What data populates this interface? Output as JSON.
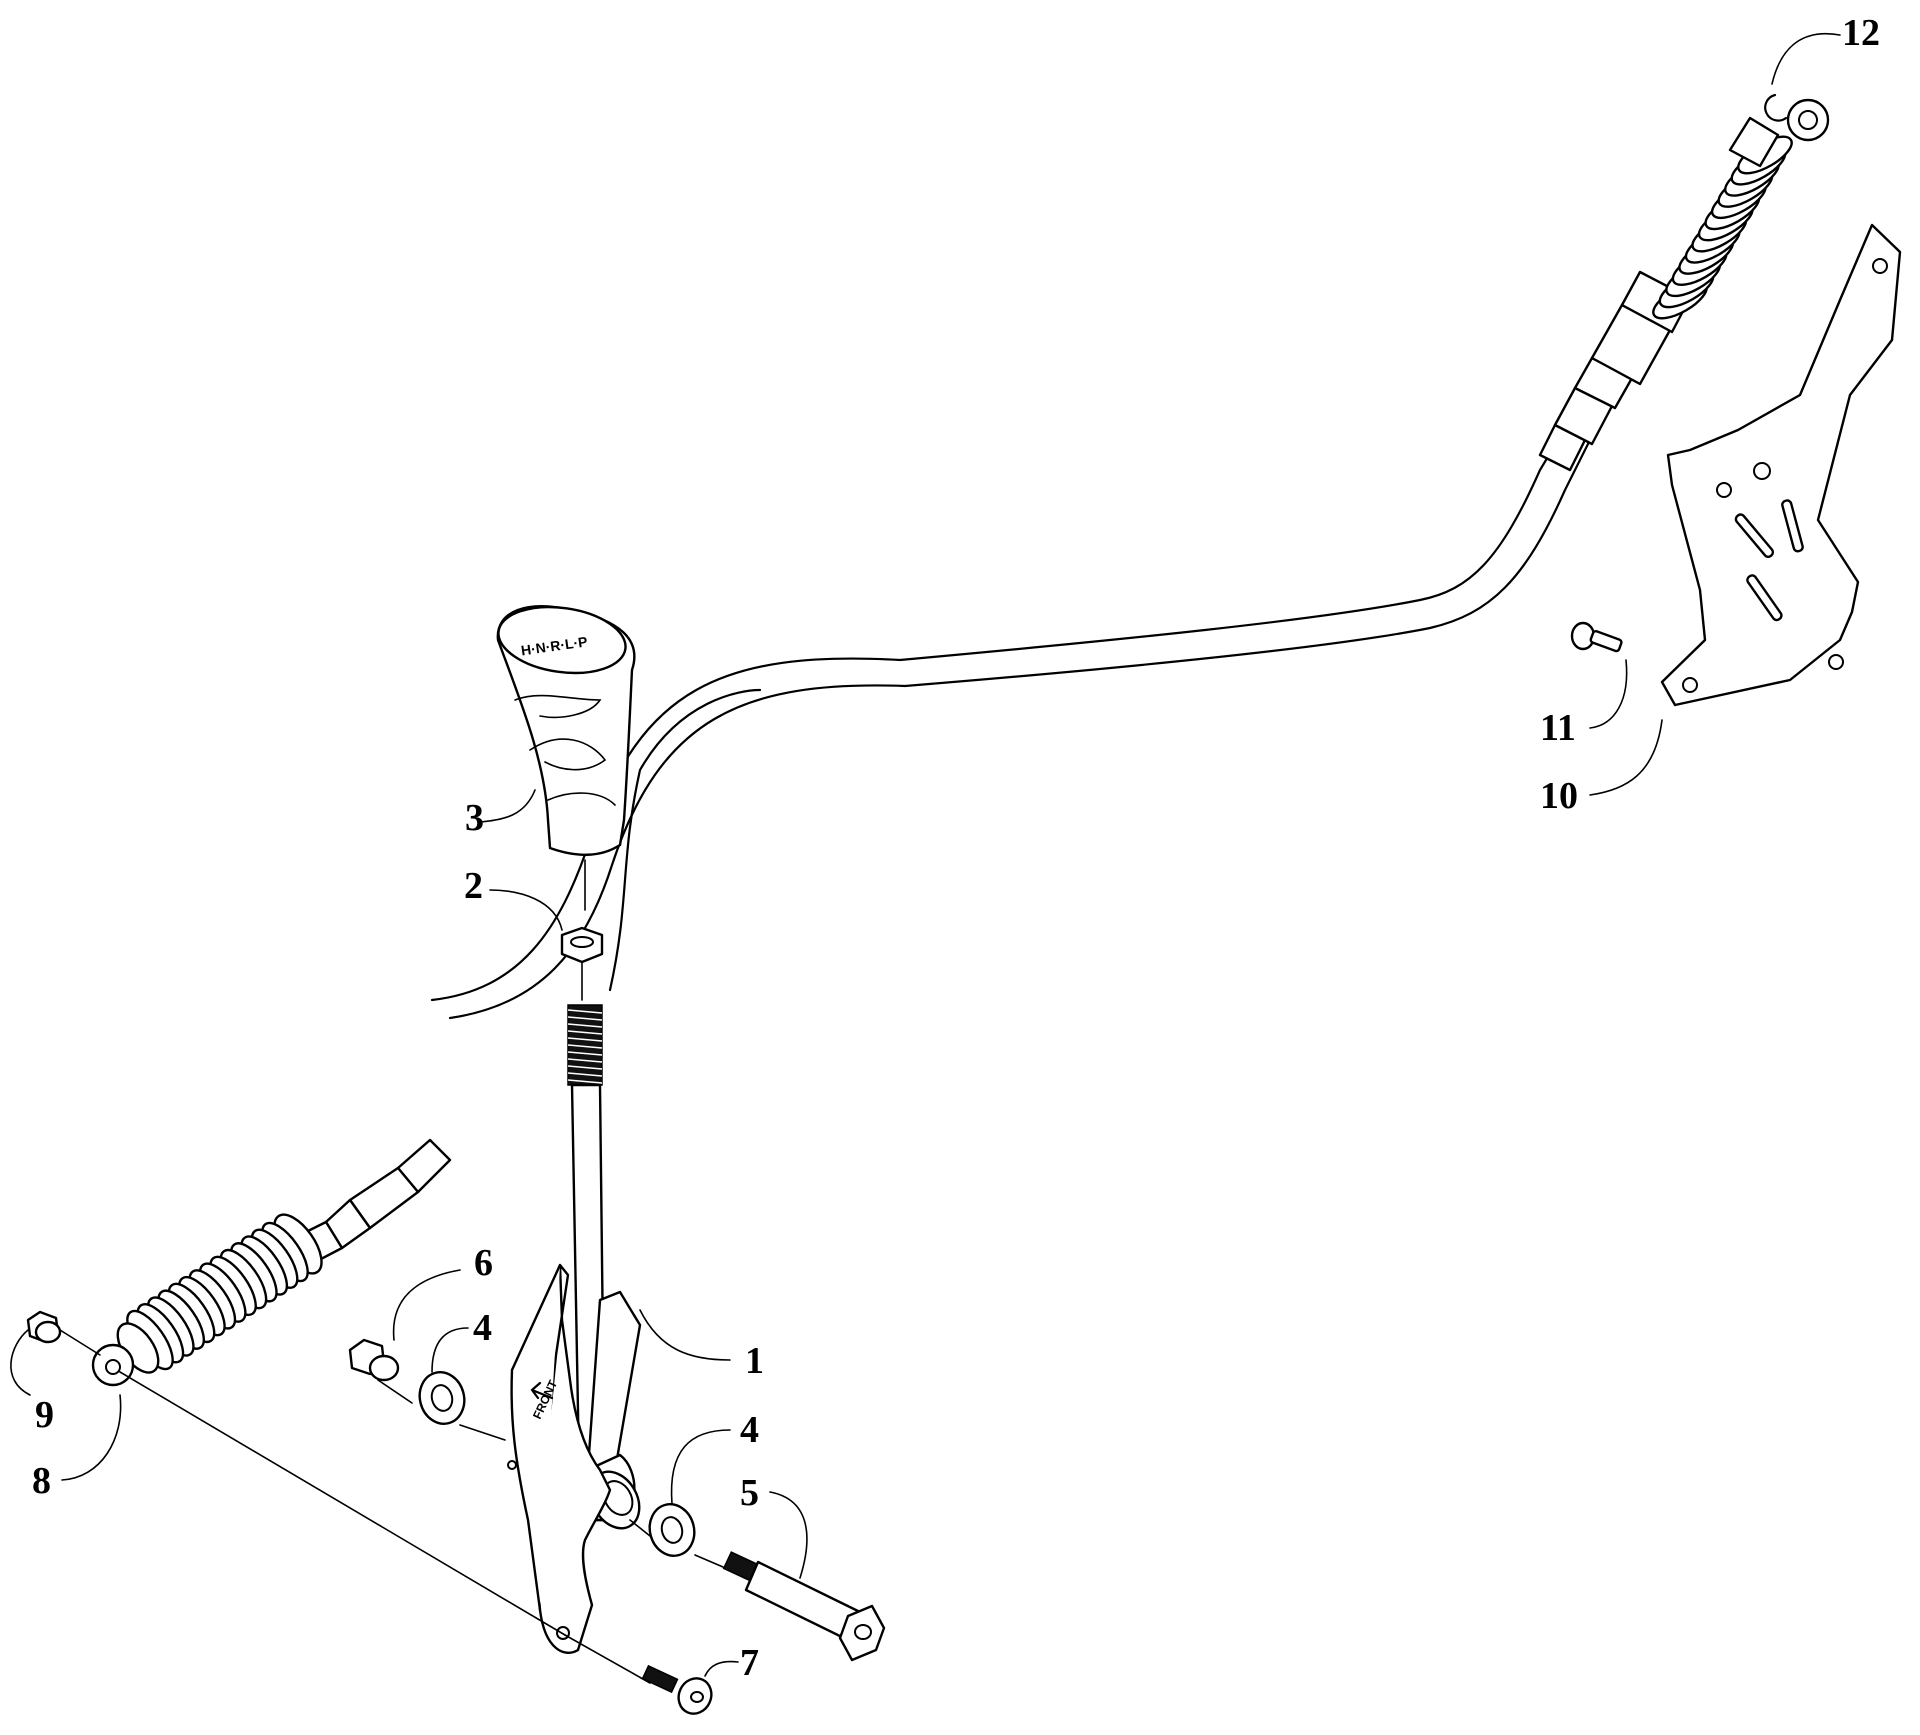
{
  "diagram": {
    "callouts": [
      {
        "id": "1",
        "label": "1"
      },
      {
        "id": "2",
        "label": "2"
      },
      {
        "id": "3",
        "label": "3"
      },
      {
        "id": "4a",
        "label": "4"
      },
      {
        "id": "4b",
        "label": "4"
      },
      {
        "id": "5",
        "label": "5"
      },
      {
        "id": "6",
        "label": "6"
      },
      {
        "id": "7",
        "label": "7"
      },
      {
        "id": "8",
        "label": "8"
      },
      {
        "id": "9",
        "label": "9"
      },
      {
        "id": "10",
        "label": "10"
      },
      {
        "id": "11",
        "label": "11"
      },
      {
        "id": "12",
        "label": "12"
      }
    ],
    "bracket_text": "FRONT"
  }
}
